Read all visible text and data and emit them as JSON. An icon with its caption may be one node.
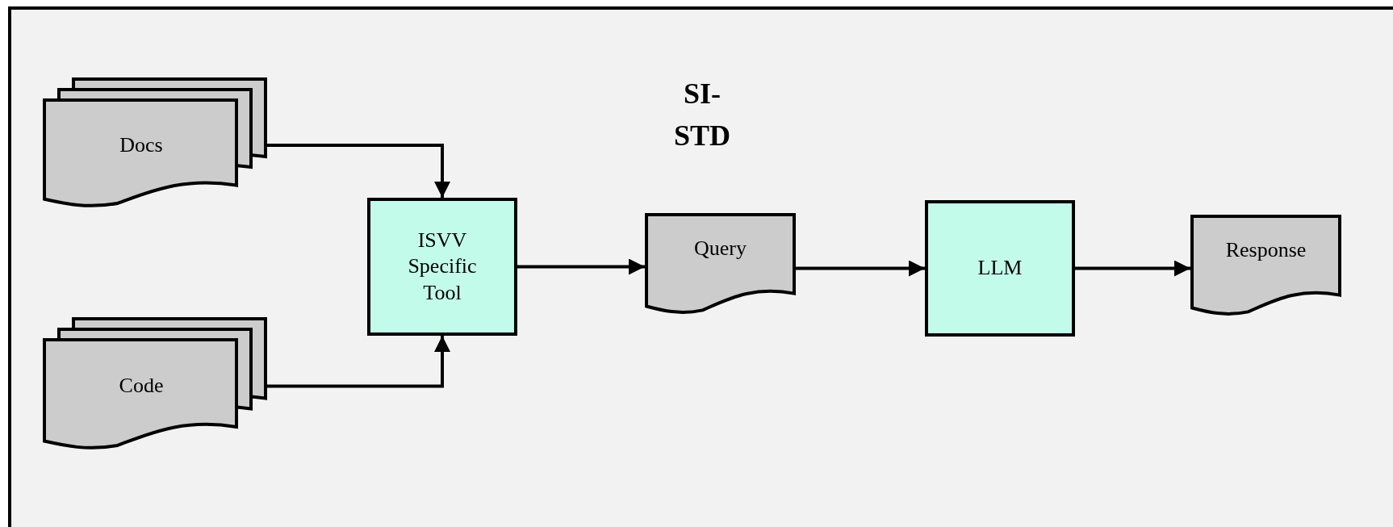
{
  "diagram": {
    "title": "SI- STD",
    "nodes": [
      {
        "text": [
          "Docs"
        ]
      },
      {
        "text": [
          "Code"
        ]
      },
      {
        "text": [
          "ISVV Specific Tool"
        ]
      },
      {
        "text": [
          "Query"
        ]
      },
      {
        "text": [
          "LLM"
        ]
      },
      {
        "text": [
          "Response"
        ]
      }
    ],
    "edges": [
      {
        "from": 0,
        "to": 2,
        "arrow": "to"
      },
      {
        "from": 1,
        "to": 2,
        "arrow": "to"
      },
      {
        "from": 2,
        "to": 3,
        "arrow": "to"
      },
      {
        "from": 3,
        "to": 4,
        "arrow": "to"
      },
      {
        "from": 4,
        "to": 5,
        "arrow": "to"
      }
    ]
  }
}
